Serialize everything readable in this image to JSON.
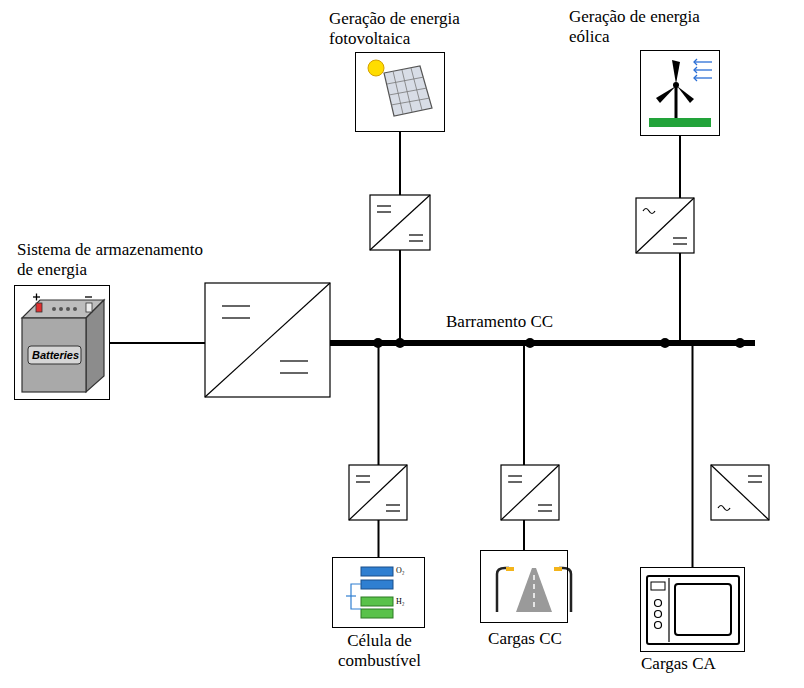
{
  "diagram": {
    "nodes": [
      {
        "text": [
          "Geração de energia fotovoltaica"
        ]
      },
      {
        "text": [
          "Geração de energia eólica"
        ]
      },
      {
        "text": [
          "Sistema de armazenamento de energia",
          "Batteries"
        ]
      },
      {
        "text": [
          "Barramento CC"
        ]
      },
      {
        "text": [
          "Célula de combustível",
          "O₂",
          "H₂"
        ]
      },
      {
        "text": [
          "Cargas CC"
        ]
      },
      {
        "text": [
          "Cargas CA"
        ]
      }
    ],
    "edges": [
      {
        "from": 0,
        "to": 3,
        "arrow": "none"
      },
      {
        "from": 1,
        "to": 3,
        "arrow": "none"
      },
      {
        "from": 2,
        "to": 3,
        "arrow": "none"
      },
      {
        "from": 4,
        "to": 3,
        "arrow": "none"
      },
      {
        "from": 5,
        "to": 3,
        "arrow": "none"
      },
      {
        "from": 6,
        "to": 3,
        "arrow": "none"
      }
    ]
  }
}
